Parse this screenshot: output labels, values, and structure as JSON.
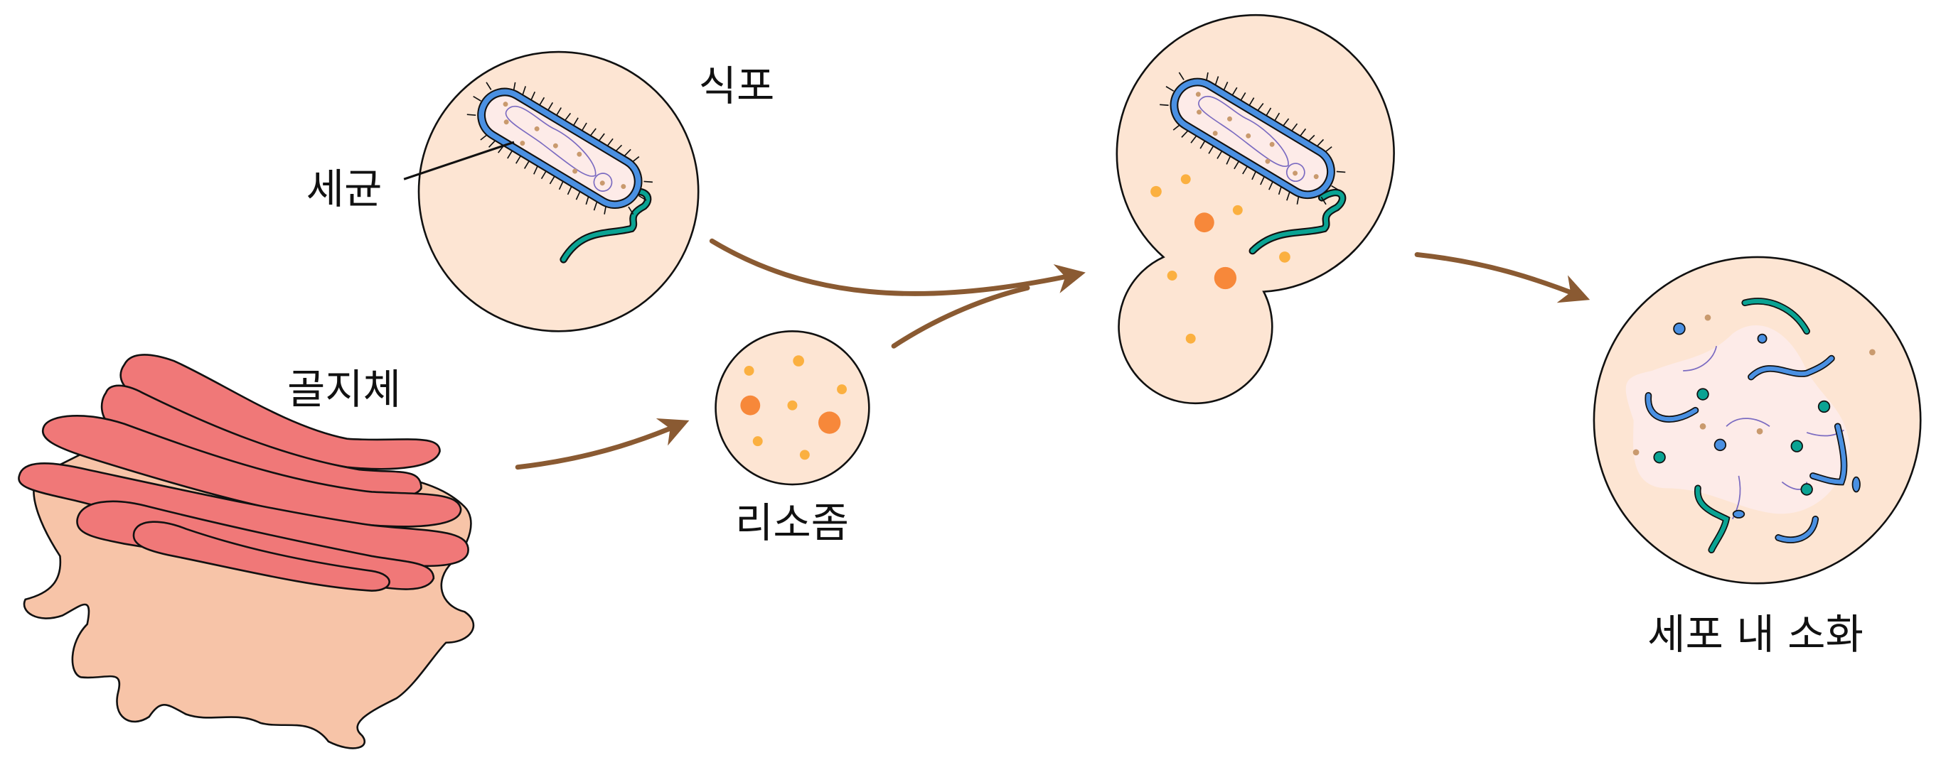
{
  "labels": {
    "phagosome": "식포",
    "bacterium": "세균",
    "golgi": "골지체",
    "lysosome": "리소좀",
    "digestion": "세포 내 소화"
  },
  "colors": {
    "cell_fill": "#fde5d3",
    "cytoplasm": "#fdebe8",
    "membrane_blue": "#4a90e2",
    "flagellum": "#0aa393",
    "granule": "#c99a6e",
    "dna": "#7b6bc1",
    "enzyme_light": "#fbb040",
    "enzyme_dark": "#f7883a",
    "golgi_dark": "#f07878",
    "golgi_light": "#f7c4a8",
    "arrow": "#8a5a32"
  }
}
